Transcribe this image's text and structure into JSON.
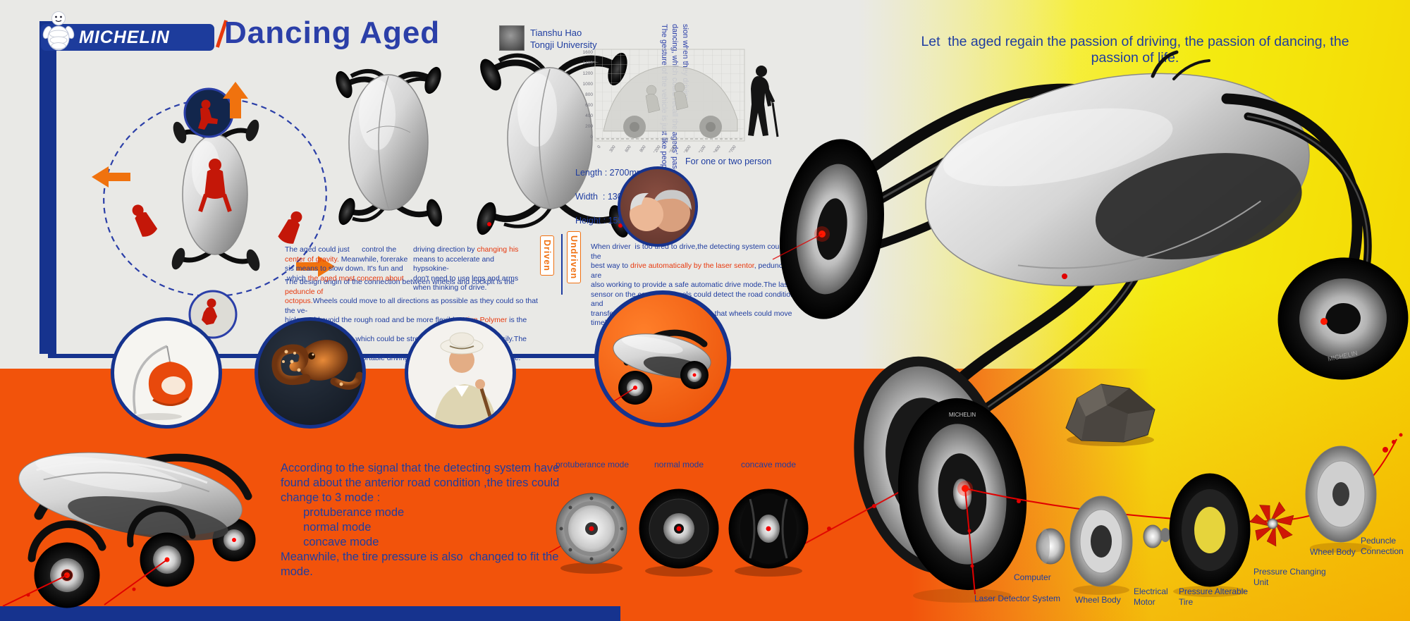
{
  "brand": {
    "name": "MICHELIN"
  },
  "header": {
    "title": "Dancing Aged",
    "author_name": "Tianshu Hao",
    "author_school": "Tongji University",
    "vertical_tagline": "The gesture of the vehicle is just like people dancing, which could recall the ageds' pas-sion when they driving."
  },
  "slogan": "Let  the aged regain the passion of driving, the passion of dancing, the passion of life.",
  "drawing": {
    "yticks": [
      "1600",
      "1400",
      "1200",
      "1000",
      "800",
      "600",
      "400",
      "200",
      "0"
    ],
    "xticks": [
      "0",
      "300",
      "600",
      "900",
      "1200",
      "1500",
      "1800",
      "2100",
      "2400",
      "2700"
    ],
    "capacity_note": "For one or two person"
  },
  "specs": {
    "length": "Length : 2700mm",
    "width": "Width  : 1300mm",
    "height": "Height : 1550mm"
  },
  "sections": {
    "driven_label": "Driven",
    "undriven_label": "Undriven",
    "driven_col1": [
      {
        "t": "The aged could just      control the\n"
      },
      {
        "t": "center of gravity.",
        "c": "#e8380d"
      },
      {
        "t": " Meanwhile, forerake\nsis means to slow down. It's fun and\n,which "
      },
      {
        "t": "the aged most concern about",
        "c": "#e8380d"
      }
    ],
    "driven_col2": [
      {
        "t": "driving direction by "
      },
      {
        "t": "changing his",
        "c": "#e8380d"
      },
      {
        "t": "\nmeans to accelerate and hypsokine-\ndon't need to use legs and arms\nwhen thinking of drive."
      }
    ],
    "peduncle": [
      {
        "t": "The design origin of the connection between wheels and cockpit is the "
      },
      {
        "t": "peduncle of\noctopus.",
        "c": "#e8380d"
      },
      {
        "t": "Wheels could move to all directions as possible as they could so that the ve-\nhicle could avoid the rough road and be more flexible. "
      },
      {
        "t": "Hign Polymer",
        "c": "#e8380d"
      },
      {
        "t": " is the main ma-\nterial of the peduncle,which could be stretch out and draw back easily.The aged need\na more stable and comfortable driving environment if  they wish to drive."
      }
    ],
    "undriven": [
      {
        "t": "When driver  is too tired to drive,the detecting system could find the\nbest way to "
      },
      {
        "t": "drive automatically by the laser sentor",
        "c": "#e8380d"
      },
      {
        "t": ", peduncles are\nalso working to provide a safe automatic drive mode.The laser\nsensor on the center of wheels could detect the road condition and\ntransfer the signal to the computer,so that wheels could move timely."
      }
    ]
  },
  "modes": {
    "paragraph": "According to the signal that the detecting system have\nfound about the anterior road condition ,the tires could\nchange to 3 mode :\n       protuberance mode\n       normal mode\n       concave mode\nMeanwhile, the tire pressure is also  changed to fit the\nmode.",
    "labels": [
      "protuberance mode",
      "normal mode",
      "concave mode"
    ]
  },
  "exploded": {
    "labels": [
      "Computer",
      "Laser Detector System",
      "Wheel Body",
      "Electrical\nMotor",
      "Pressure Alterable\nTire",
      "Pressure Changing\nUnit",
      "Wheel Body",
      "Peduncle\nConnection"
    ]
  },
  "colors": {
    "navy": "#16338e",
    "blue_text": "#1f3da0",
    "orange": "#f2530b",
    "red_accent": "#e8380d",
    "yellow": "#f3ea06"
  }
}
